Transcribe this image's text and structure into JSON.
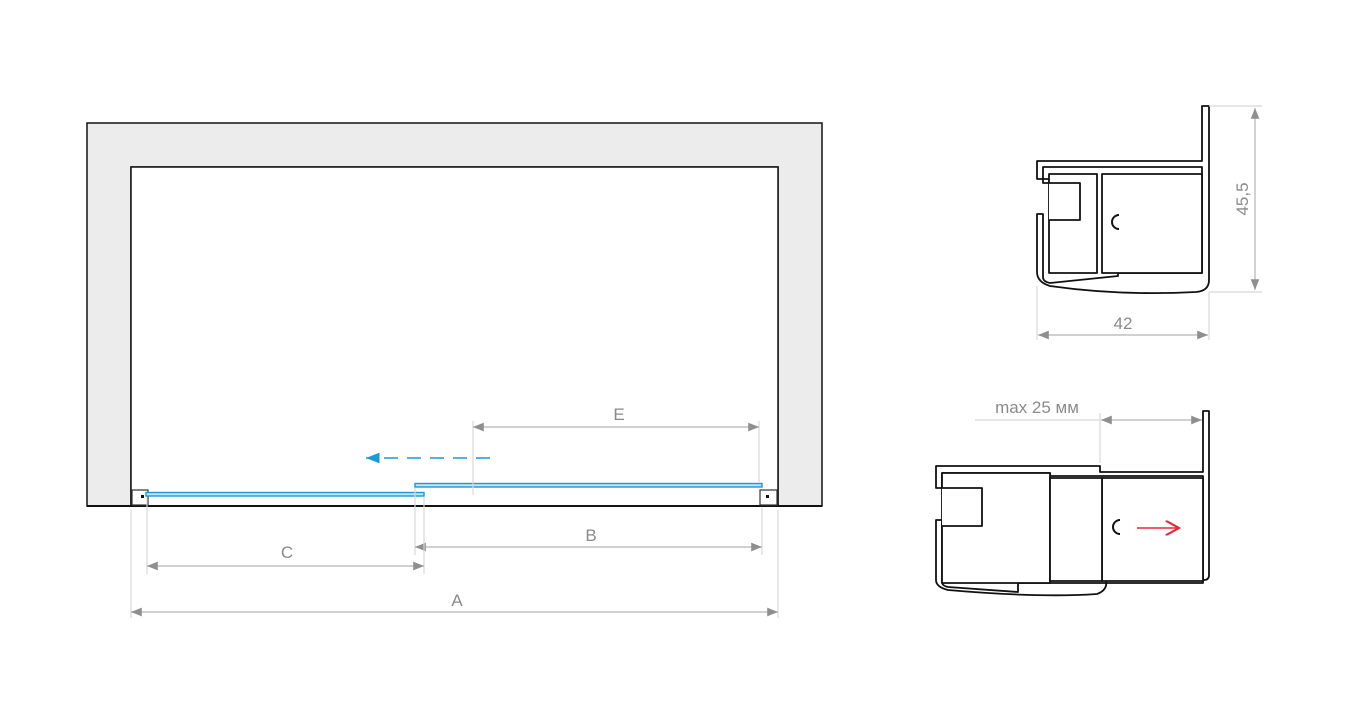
{
  "plan_view": {
    "dimensions": {
      "a_label": "A",
      "b_label": "B",
      "c_label": "C",
      "e_label": "E"
    },
    "colors": {
      "glass": "#1a9ad6",
      "wall": "#ececec",
      "dimension": "#8a8a8a"
    }
  },
  "profile_top": {
    "height_label": "45,5",
    "width_label": "42"
  },
  "profile_bottom": {
    "offset_label": "max 25 мм",
    "arrow_color": "#e8263a"
  }
}
